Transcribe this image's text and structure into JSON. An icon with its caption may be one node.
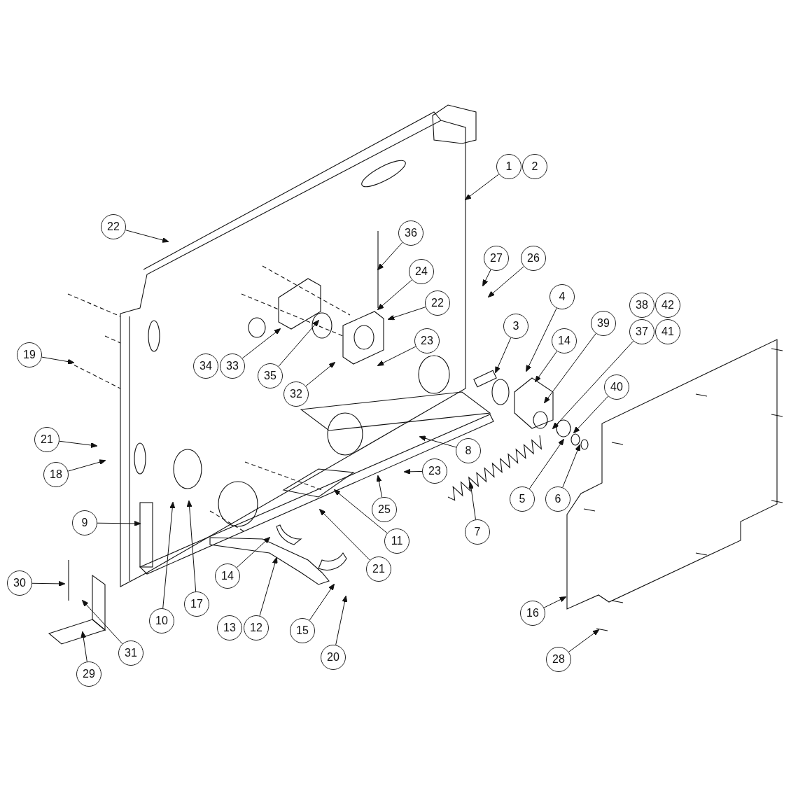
{
  "diagram": {
    "nodes": [
      {
        "text": [
          "1"
        ]
      },
      {
        "text": [
          "2"
        ]
      },
      {
        "text": [
          "22"
        ]
      },
      {
        "text": [
          "36"
        ]
      },
      {
        "text": [
          "27"
        ]
      },
      {
        "text": [
          "26"
        ]
      },
      {
        "text": [
          "24"
        ]
      },
      {
        "text": [
          "4"
        ]
      },
      {
        "text": [
          "22"
        ]
      },
      {
        "text": [
          "38"
        ]
      },
      {
        "text": [
          "42"
        ]
      },
      {
        "text": [
          "39"
        ]
      },
      {
        "text": [
          "3"
        ]
      },
      {
        "text": [
          "37"
        ]
      },
      {
        "text": [
          "41"
        ]
      },
      {
        "text": [
          "14"
        ]
      },
      {
        "text": [
          "23"
        ]
      },
      {
        "text": [
          "19"
        ]
      },
      {
        "text": [
          "34"
        ]
      },
      {
        "text": [
          "33"
        ]
      },
      {
        "text": [
          "35"
        ]
      },
      {
        "text": [
          "40"
        ]
      },
      {
        "text": [
          "32"
        ]
      },
      {
        "text": [
          "21"
        ]
      },
      {
        "text": [
          "8"
        ]
      },
      {
        "text": [
          "23"
        ]
      },
      {
        "text": [
          "18"
        ]
      },
      {
        "text": [
          "5"
        ]
      },
      {
        "text": [
          "6"
        ]
      },
      {
        "text": [
          "25"
        ]
      },
      {
        "text": [
          "9"
        ]
      },
      {
        "text": [
          "7"
        ]
      },
      {
        "text": [
          "11"
        ]
      },
      {
        "text": [
          "21"
        ]
      },
      {
        "text": [
          "14"
        ]
      },
      {
        "text": [
          "30"
        ]
      },
      {
        "text": [
          "17"
        ]
      },
      {
        "text": [
          "16"
        ]
      },
      {
        "text": [
          "10"
        ]
      },
      {
        "text": [
          "13"
        ]
      },
      {
        "text": [
          "12"
        ]
      },
      {
        "text": [
          "15"
        ]
      },
      {
        "text": [
          "31"
        ]
      },
      {
        "text": [
          "20"
        ]
      },
      {
        "text": [
          "28"
        ]
      },
      {
        "text": [
          "29"
        ]
      }
    ],
    "edges": [
      {
        "from": 0,
        "to": null,
        "arrow": "to"
      },
      {
        "from": 2,
        "to": null,
        "arrow": "to"
      },
      {
        "from": 3,
        "to": null,
        "arrow": "to"
      },
      {
        "from": 4,
        "to": null,
        "arrow": "to"
      },
      {
        "from": 5,
        "to": null,
        "arrow": "to"
      },
      {
        "from": 6,
        "to": null,
        "arrow": "to"
      },
      {
        "from": 7,
        "to": null,
        "arrow": "to"
      },
      {
        "from": 8,
        "to": null,
        "arrow": "to"
      },
      {
        "from": 11,
        "to": null,
        "arrow": "to"
      },
      {
        "from": 12,
        "to": null,
        "arrow": "to"
      },
      {
        "from": 13,
        "to": null,
        "arrow": "to"
      },
      {
        "from": 15,
        "to": null,
        "arrow": "to"
      },
      {
        "from": 16,
        "to": null,
        "arrow": "to"
      },
      {
        "from": 17,
        "to": null,
        "arrow": "to"
      },
      {
        "from": 19,
        "to": null,
        "arrow": "to"
      },
      {
        "from": 20,
        "to": null,
        "arrow": "to"
      },
      {
        "from": 22,
        "to": null,
        "arrow": "to"
      },
      {
        "from": 21,
        "to": null,
        "arrow": "to"
      },
      {
        "from": 23,
        "to": null,
        "arrow": "to"
      },
      {
        "from": 24,
        "to": null,
        "arrow": "to"
      },
      {
        "from": 25,
        "to": null,
        "arrow": "to"
      },
      {
        "from": 26,
        "to": null,
        "arrow": "to"
      },
      {
        "from": 27,
        "to": null,
        "arrow": "to"
      },
      {
        "from": 28,
        "to": null,
        "arrow": "to"
      },
      {
        "from": 29,
        "to": null,
        "arrow": "to"
      },
      {
        "from": 30,
        "to": null,
        "arrow": "to"
      },
      {
        "from": 31,
        "to": null,
        "arrow": "to"
      },
      {
        "from": 32,
        "to": null,
        "arrow": "to"
      },
      {
        "from": 33,
        "to": null,
        "arrow": "to"
      },
      {
        "from": 34,
        "to": null,
        "arrow": "to"
      },
      {
        "from": 35,
        "to": null,
        "arrow": "to"
      },
      {
        "from": 36,
        "to": null,
        "arrow": "to"
      },
      {
        "from": 38,
        "to": null,
        "arrow": "to"
      },
      {
        "from": 37,
        "to": null,
        "arrow": "to"
      },
      {
        "from": 40,
        "to": null,
        "arrow": "to"
      },
      {
        "from": 41,
        "to": null,
        "arrow": "to"
      },
      {
        "from": 43,
        "to": null,
        "arrow": "to"
      },
      {
        "from": 42,
        "to": null,
        "arrow": "to"
      },
      {
        "from": 44,
        "to": null,
        "arrow": "to"
      },
      {
        "from": 45,
        "to": null,
        "arrow": "to"
      }
    ]
  }
}
